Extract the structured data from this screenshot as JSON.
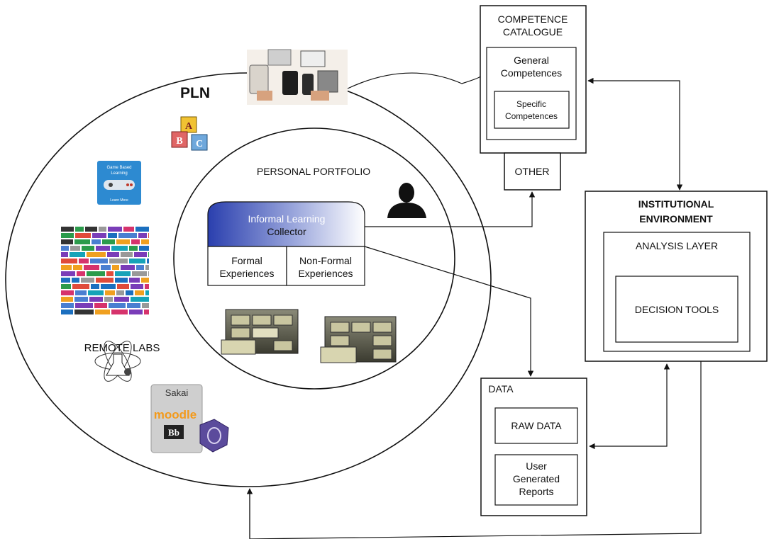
{
  "pln": {
    "title": "PLN",
    "remote_labs": "REMOTE LABS"
  },
  "portfolio": {
    "title": "PERSONAL PORTFOLIO",
    "collector_line1": "Informal Learning",
    "collector_line2": "Collector",
    "formal_line1": "Formal",
    "formal_line2": "Experiences",
    "nonformal_line1": "Non-Formal",
    "nonformal_line2": "Experiences"
  },
  "competence": {
    "title_line1": "COMPETENCE",
    "title_line2": "CATALOGUE",
    "general_line1": "General",
    "general_line2": "Competences",
    "specific_line1": "Specific",
    "specific_line2": "Competences",
    "other": "OTHER"
  },
  "institutional": {
    "title_line1": "INSTITUTIONAL",
    "title_line2": "ENVIRONMENT",
    "analysis": "ANALYSIS LAYER",
    "decision": "DECISION TOOLS"
  },
  "data_box": {
    "title": "DATA",
    "raw": "RAW DATA",
    "ugr_line1": "User",
    "ugr_line2": "Generated",
    "ugr_line3": "Reports"
  },
  "images": {
    "game_line1": "Game Based",
    "game_line2": "Learning",
    "game_line3": "Learn More",
    "sakai": "Sakai",
    "moodle": "moodle",
    "bb": "Bb",
    "blocks": [
      "A",
      "B",
      "C"
    ]
  },
  "colors": {
    "collector_gradient_start": "#2a3fae",
    "collector_gradient_end": "#ffffff",
    "game_badge": "#2d8ad1",
    "moodle": "#f39a1b"
  },
  "icons": [
    "devices-icon",
    "abc-blocks-icon",
    "game-controller-icon",
    "web-tools-collage-icon",
    "atom-flask-icon",
    "person-silhouette-icon",
    "filing-cabinet-icon",
    "lms-logos-icon"
  ]
}
